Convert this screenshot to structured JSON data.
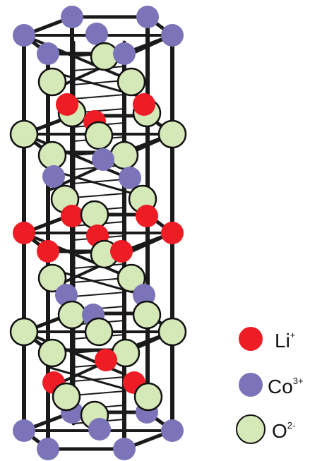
{
  "colors": {
    "li": "#ee1c25",
    "co": "#7b74b8",
    "o": "#d4e8b8",
    "outline": "#111111",
    "bond": "#1a1a1a",
    "background": "#ffffff"
  },
  "legend": [
    {
      "id": "li",
      "symbol": "Li",
      "charge": "+"
    },
    {
      "id": "co",
      "symbol": "Co",
      "charge": "3+"
    },
    {
      "id": "o",
      "symbol": "O",
      "charge": "2-"
    }
  ]
}
